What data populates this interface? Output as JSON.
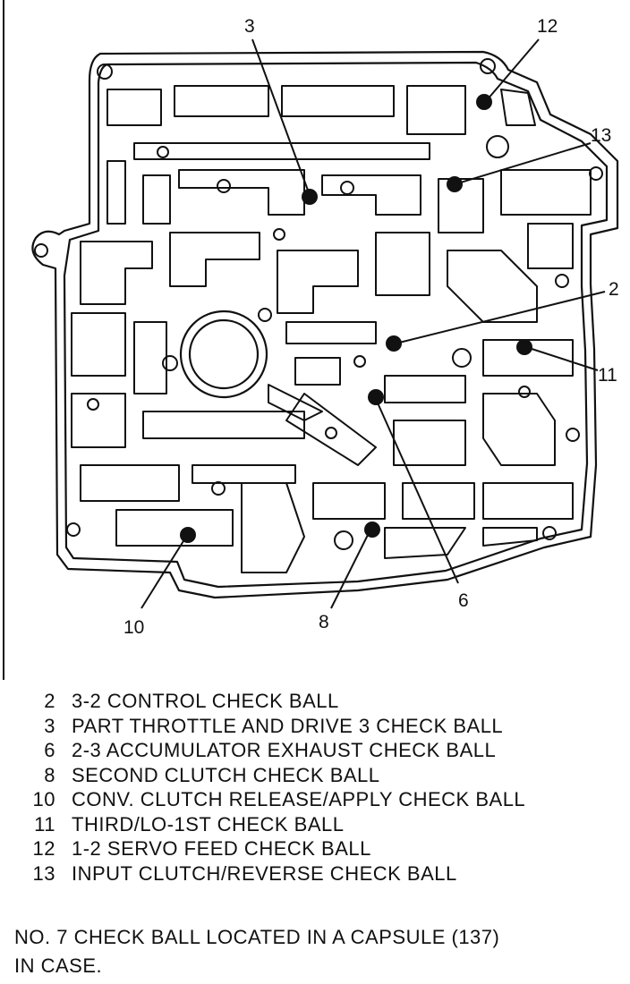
{
  "callouts": [
    {
      "num": "3",
      "key": "c3"
    },
    {
      "num": "12",
      "key": "c12"
    },
    {
      "num": "13",
      "key": "c13"
    },
    {
      "num": "2",
      "key": "c2"
    },
    {
      "num": "11",
      "key": "c11"
    },
    {
      "num": "6",
      "key": "c6"
    },
    {
      "num": "8",
      "key": "c8"
    },
    {
      "num": "10",
      "key": "c10"
    }
  ],
  "legend": [
    {
      "num": "2",
      "text": "3-2 CONTROL CHECK BALL"
    },
    {
      "num": "3",
      "text": "PART THROTTLE AND DRIVE 3 CHECK BALL"
    },
    {
      "num": "6",
      "text": "2-3 ACCUMULATOR EXHAUST CHECK BALL"
    },
    {
      "num": "8",
      "text": "SECOND CLUTCH CHECK BALL"
    },
    {
      "num": "10",
      "text": "CONV. CLUTCH RELEASE/APPLY CHECK BALL"
    },
    {
      "num": "11",
      "text": "THIRD/LO-1ST CHECK BALL"
    },
    {
      "num": "12",
      "text": "1-2 SERVO FEED CHECK BALL"
    },
    {
      "num": "13",
      "text": "INPUT CLUTCH/REVERSE CHECK BALL"
    }
  ],
  "footnote": {
    "line1": "NO. 7 CHECK BALL LOCATED IN A CAPSULE (137)",
    "line2": "IN CASE."
  }
}
